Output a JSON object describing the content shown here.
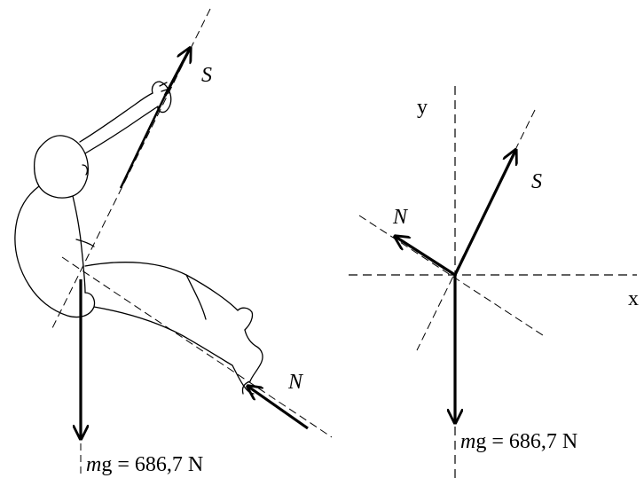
{
  "figure": {
    "left_diagram": {
      "force_labels": {
        "rope_tension": "S",
        "normal_force": "N"
      },
      "weight": {
        "symbol_m": "m",
        "symbol_g": "g",
        "equals_value": " = 686,7 N"
      }
    },
    "right_diagram": {
      "axis_labels": {
        "x": "x",
        "y": "y"
      },
      "force_labels": {
        "rope_tension": "S",
        "normal_force": "N"
      },
      "weight": {
        "symbol_m": "m",
        "symbol_g": "g",
        "equals_value": " = 686,7 N"
      }
    }
  }
}
